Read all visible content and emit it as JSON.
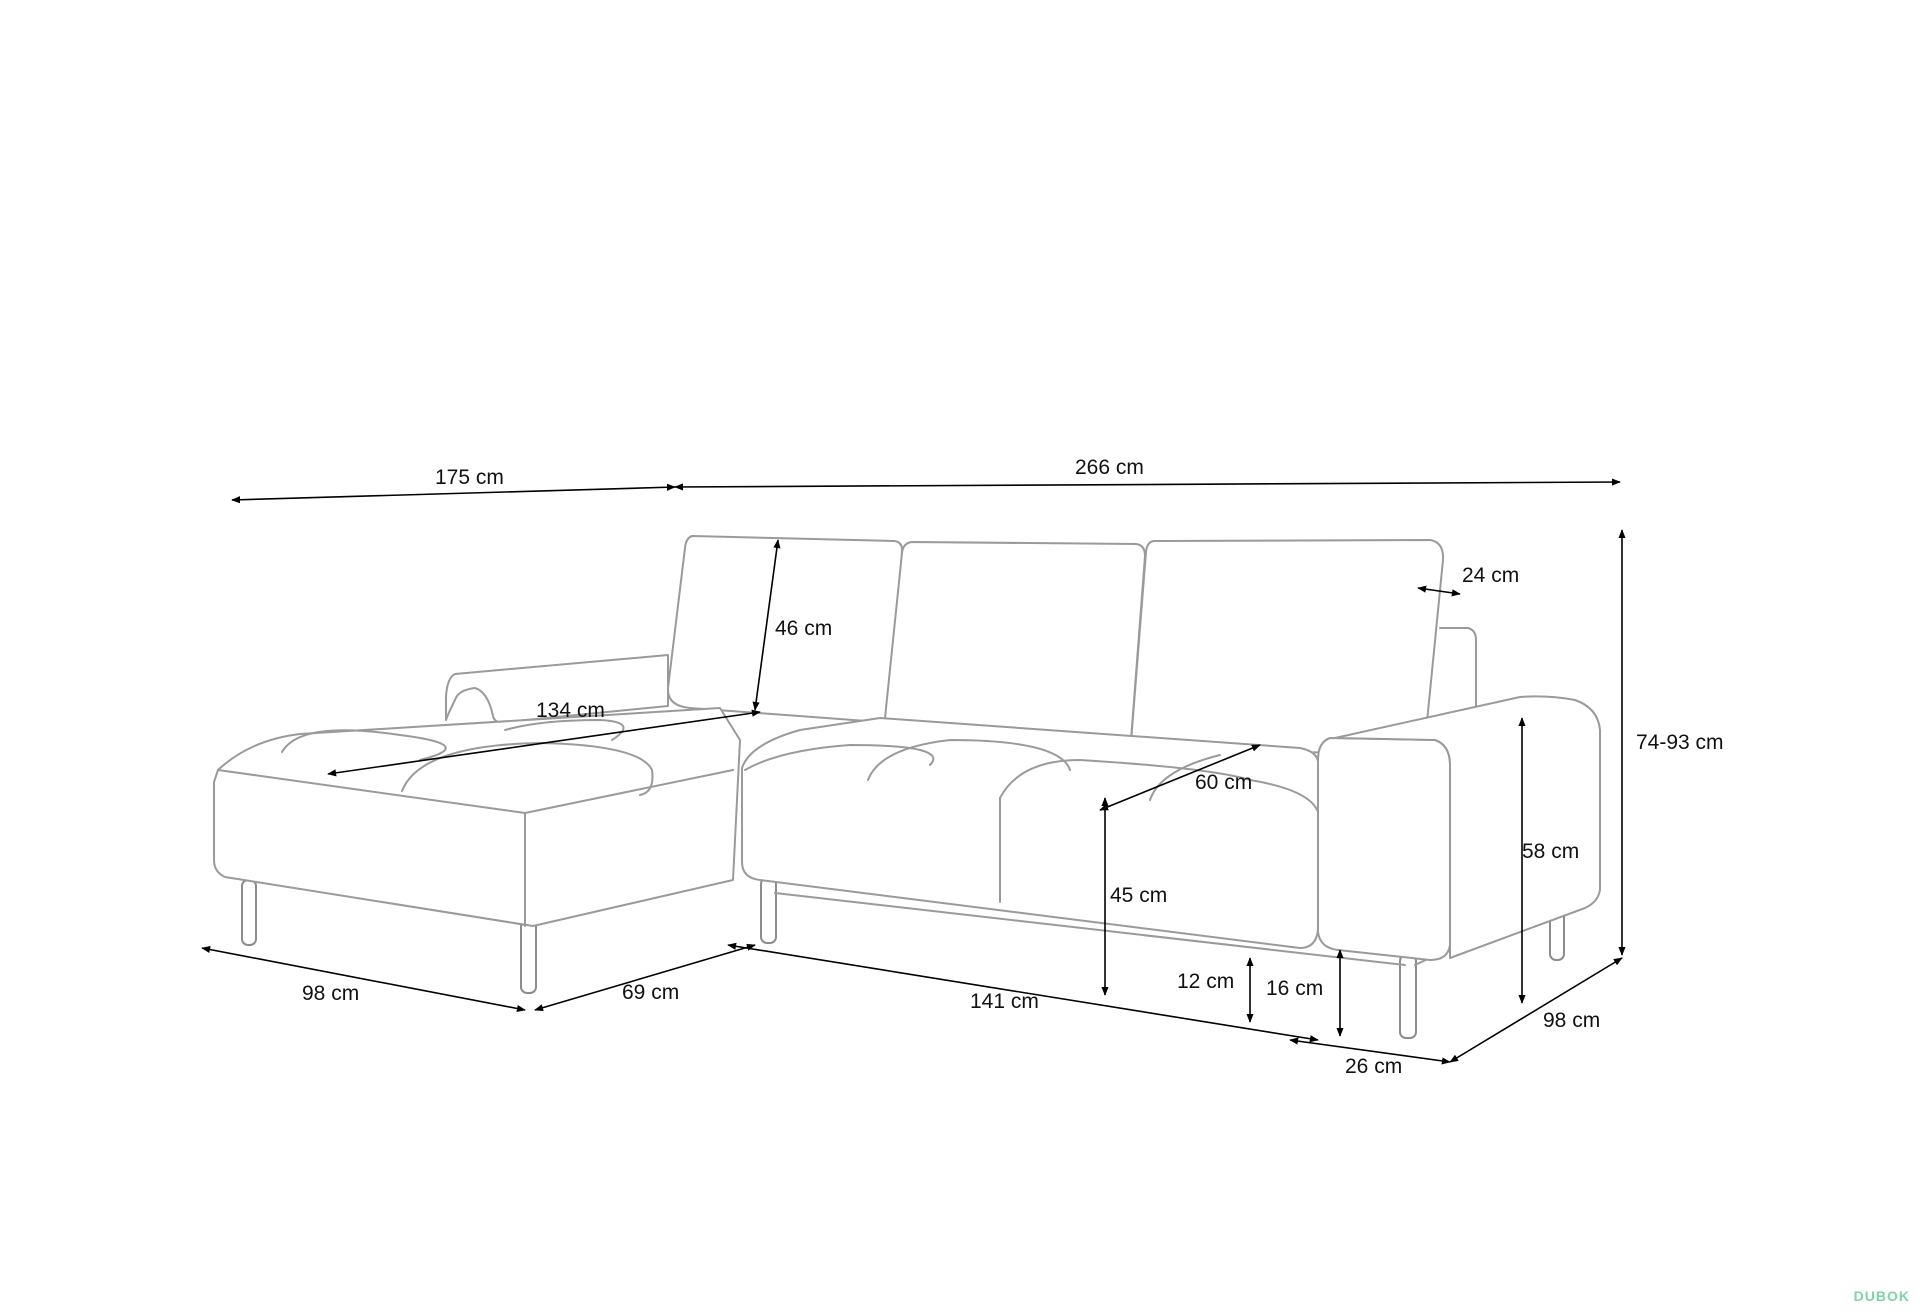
{
  "dimensions": {
    "width_chaise_section": "175 cm",
    "width_main_section": "266 cm",
    "backrest_height": "46 cm",
    "backrest_depth": "24 cm",
    "chaise_seat_length": "134 cm",
    "seat_depth": "60 cm",
    "total_height": "74-93 cm",
    "armrest_height": "58 cm",
    "seat_height": "45 cm",
    "leg_height_front": "12 cm",
    "leg_height_side": "16 cm",
    "chaise_depth": "98 cm",
    "chaise_front_width": "69 cm",
    "main_seat_width": "141 cm",
    "armrest_width": "26 cm",
    "main_depth": "98 cm"
  },
  "watermark": "DUBOK"
}
